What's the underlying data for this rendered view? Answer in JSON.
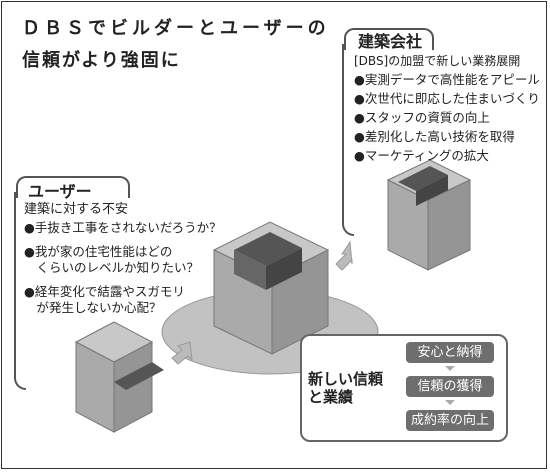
{
  "title": {
    "line1": "ＤＢＳでビルダーとユーザーの",
    "line2": "信頼がより強固に"
  },
  "company": {
    "heading": "建築会社",
    "subheading": "[DBS]の加盟で新しい業務展開",
    "items": [
      "●実測データで高性能をアピール",
      "●次世代に即応した住まいづくり",
      "●スタッフの資質の向上",
      "●差別化した高い技術を取得",
      "●マーケティングの拡大"
    ]
  },
  "user": {
    "heading": "ユーザー",
    "subheading": "建築に対する不安",
    "items": [
      [
        "●手抜き工事をされないだろうか？"
      ],
      [
        "●我が家の住宅性能はどの",
        "　くらいのレベルか知りたい？"
      ],
      [
        "●経年変化で結露やスガモリ",
        "　が発生しないか心配？"
      ]
    ]
  },
  "result": {
    "title_line1": "新しい信頼",
    "title_line2": "と業績",
    "steps": [
      "安心と納得",
      "信頼の獲得",
      "成約率の向上"
    ]
  },
  "colors": {
    "cube_top": "#c8c8c8",
    "cube_left": "#aaaaaa",
    "cube_right": "#959595",
    "cube_notch": "#555555",
    "ellipse": "#c2c2c2",
    "step_bg": "#6e6e6e",
    "arrow": "#bbbbbb"
  }
}
